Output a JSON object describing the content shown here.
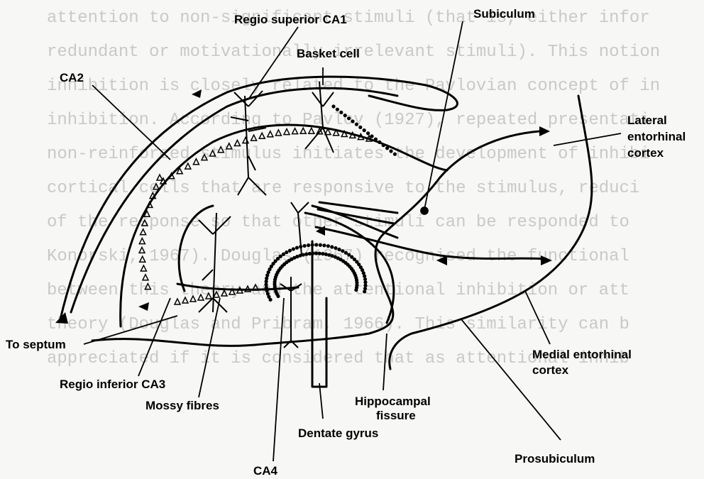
{
  "background_text": [
    "attention to non-significant stimuli (that is, either infor",
    "redundant or motivationally irrelevant stimuli). This notion",
    "inhibition is closely related to the Pavlovian concept of in",
    "inhibition. According to Pavlov (1927), repeated presentati",
    "non-reinforced stimulus initiates the development of inhibi",
    "cortical cells that are responsive to the stimulus, reduci",
    "of the response so that other stimuli can be responded to",
    "Konorski, 1967). Douglas (1967) recognised the functional",
    "between this theory and the attentional inhibition or att",
    "theory (Douglas and Pribram, 1966). This similarity can b",
    "appreciated if it is considered that as attentional inhib"
  ],
  "labels": {
    "regio_superior_ca1": "Regio superior CA1",
    "subiculum": "Subiculum",
    "basket_cell": "Basket cell",
    "ca2": "CA2",
    "lateral_entorhinal_1": "Lateral",
    "lateral_entorhinal_2": "entorhinal",
    "lateral_entorhinal_3": "cortex",
    "to_septum": "To septum",
    "regio_inferior_ca3": "Regio inferior CA3",
    "mossy_fibres": "Mossy fibres",
    "hippocampal_fissure_1": "Hippocampal",
    "hippocampal_fissure_2": "fissure",
    "dentate_gyrus": "Dentate gyrus",
    "medial_entorhinal_1": "Medial entorhinal",
    "medial_entorhinal_2": "cortex",
    "prosubiculum": "Prosubiculum",
    "ca4": "CA4"
  },
  "colors": {
    "ink": "#000000",
    "paper": "#f7f7f5",
    "faded_text": "#c9c9c9"
  }
}
